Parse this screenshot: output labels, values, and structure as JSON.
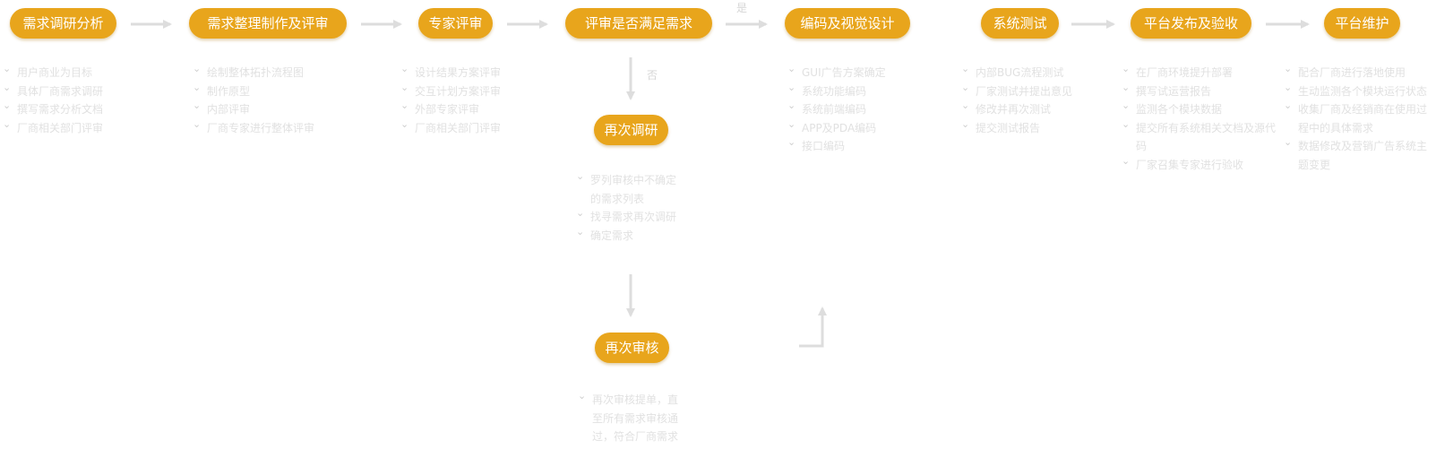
{
  "colors": {
    "node_fill": "#e8a51c",
    "node_text": "#ffffff",
    "note_text": "#e1e1e1",
    "connector": "#dddddd"
  },
  "nodes": {
    "req_research": "需求调研分析",
    "req_design_review": "需求整理制作及评审",
    "expert_review": "专家评审",
    "review_decision": "评审是否满足需求",
    "coding_visual": "编码及视觉设计",
    "system_test": "系统测试",
    "release_accept": "平台发布及验收",
    "maintenance": "平台维护",
    "re_research": "再次调研",
    "re_review": "再次审核"
  },
  "labels": {
    "yes": "是",
    "no": "否"
  },
  "notes": {
    "req_research": [
      "用户商业为目标",
      "具体厂商需求调研",
      "撰写需求分析文档",
      "厂商相关部门评审"
    ],
    "req_design_review": [
      "绘制整体拓扑流程图",
      "制作原型",
      "内部评审",
      "厂商专家进行整体评审"
    ],
    "expert_review": [
      "设计结果方案评审",
      "交互计划方案评审",
      "外部专家评审",
      "厂商相关部门评审"
    ],
    "coding_visual": [
      "GUI广告方案确定",
      "系统功能编码",
      "系统前端编码",
      "APP及PDA编码",
      "接口编码"
    ],
    "system_test": [
      "内部BUG流程测试",
      "厂家测试并提出意见",
      "修改并再次测试",
      "提交测试报告"
    ],
    "release_accept": [
      "在厂商环境提升部署",
      "撰写试运营报告",
      "监测各个模块数据",
      "提交所有系统相关文档及源代码",
      "厂家召集专家进行验收"
    ],
    "maintenance": [
      "配合厂商进行落地使用",
      "生动监测各个模块运行状态",
      "收集厂商及经销商在使用过程中的具体需求",
      "数据修改及营销广告系统主题变更"
    ],
    "re_research": [
      "罗列审核中不确定的需求列表",
      "找寻需求再次调研",
      "确定需求"
    ],
    "re_review": [
      "再次审核提单，直至所有需求审核通过，符合厂商需求"
    ]
  }
}
